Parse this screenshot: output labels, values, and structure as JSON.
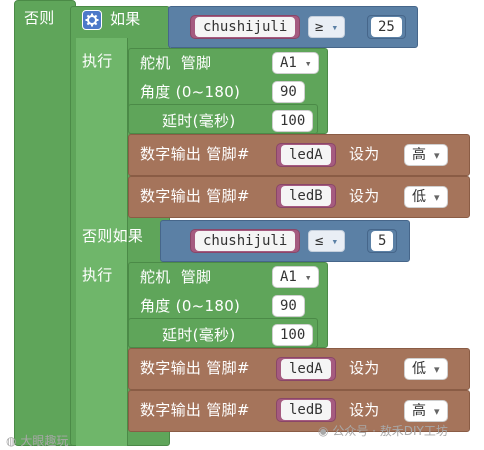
{
  "else_label": "否则",
  "if_block": {
    "if_label": "如果",
    "var_name": "chushijuli",
    "operator": "≥",
    "value": "25",
    "do_label": "执行",
    "servo": {
      "title": "舵机",
      "pin_label": "管脚",
      "pin_value": "A1",
      "angle_label": "角度 (0~180)",
      "angle_value": "90",
      "delay_label": "延时(毫秒)",
      "delay_value": "100"
    },
    "digital_1": {
      "label": "数字输出 管脚#",
      "pin": "ledA",
      "set_label": "设为",
      "level": "高"
    },
    "digital_2": {
      "label": "数字输出 管脚#",
      "pin": "ledB",
      "set_label": "设为",
      "level": "低"
    }
  },
  "elseif_block": {
    "elseif_label": "否则如果",
    "var_name": "chushijuli",
    "operator": "≤",
    "value": "5",
    "do_label": "执行",
    "servo": {
      "title": "舵机",
      "pin_label": "管脚",
      "pin_value": "A1",
      "angle_label": "角度 (0~180)",
      "angle_value": "90",
      "delay_label": "延时(毫秒)",
      "delay_value": "100"
    },
    "digital_1": {
      "label": "数字输出 管脚#",
      "pin": "ledA",
      "set_label": "设为",
      "level": "低"
    },
    "digital_2": {
      "label": "数字输出 管脚#",
      "pin": "ledB",
      "set_label": "设为",
      "level": "高"
    }
  },
  "watermarks": {
    "left": "大眼趣玩",
    "right": "公众号 · 敖禾DIY工坊"
  },
  "colors": {
    "control_green": "#5fa55a",
    "logic_blue": "#5b80a5",
    "io_brown": "#a5745b",
    "variable_pink": "#a55b80",
    "settings_icon_blue": "#4d79c9"
  }
}
